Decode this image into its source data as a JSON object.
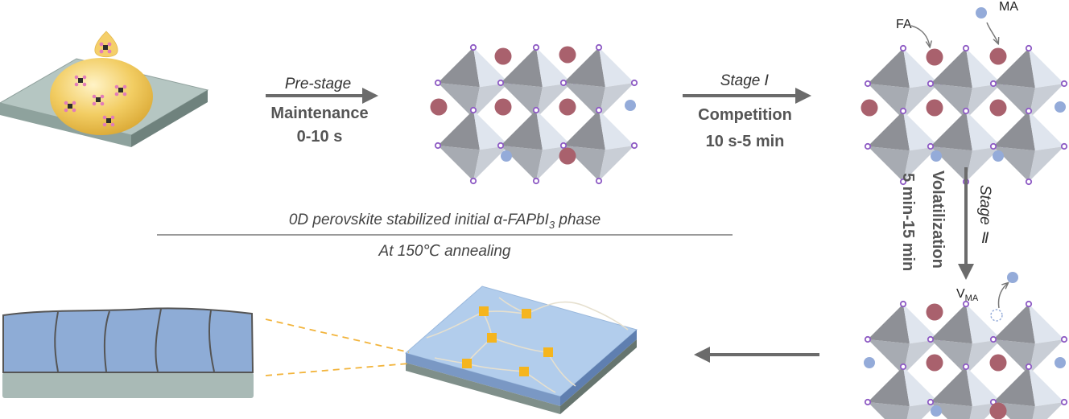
{
  "steps": {
    "pre_stage": {
      "label": "Pre-stage",
      "name": "Maintenance",
      "time": "0-10 s"
    },
    "stage_1": {
      "label": "Stage Ⅰ",
      "name": "Competition",
      "time": "10 s-5 min"
    },
    "stage_2": {
      "label": "Stage Ⅱ",
      "name": "Volatilization",
      "time": "5 min-15 min"
    }
  },
  "annotations": {
    "fa": "FA",
    "ma": "MA",
    "vacancy_base": "V",
    "vacancy_sub": "MA"
  },
  "bottom": {
    "phase_main": "0D perovskite stabilized initial α-FAPbI",
    "phase_sub": "3",
    "phase_tail": " phase",
    "annealing": "At 150℃ annealing"
  },
  "colors": {
    "octahedron_dark": "#8e9096",
    "octahedron_light": "#dfe5ee",
    "fa_cation": "#a9616d",
    "ma_cation": "#94abd9",
    "iodide": "#8e5bc4",
    "arrow": "#6b6b6b",
    "substrate": "#9fb3ae",
    "droplet": "#f0c85a",
    "film": "#a9c5e6",
    "grain": "#8ea8d2",
    "grain_border": "#f7c418"
  }
}
